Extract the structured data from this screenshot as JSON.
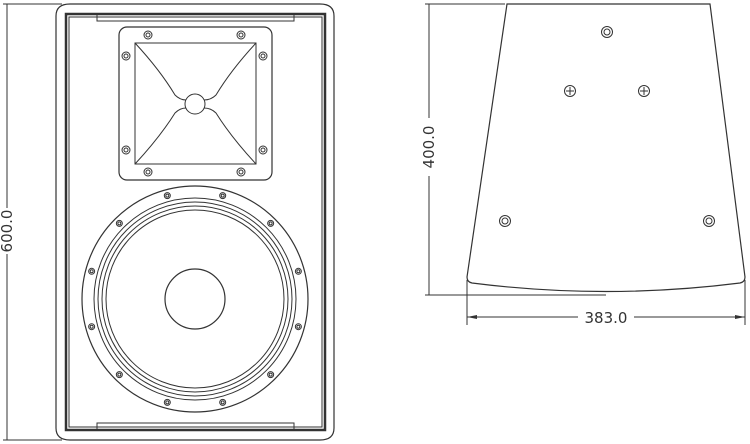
{
  "front_view": {
    "height_label": "600.0"
  },
  "side_view": {
    "height_label": "400.0",
    "width_label": "383.0"
  },
  "colors": {
    "line": "#333333",
    "background": "#ffffff"
  }
}
